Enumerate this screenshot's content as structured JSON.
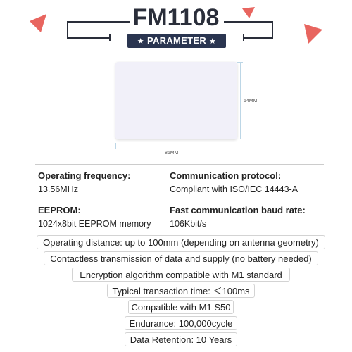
{
  "header": {
    "title": "FM1108",
    "badge": "PARAMETER",
    "accent_color": "#e8655f",
    "line_color": "#2a2e3a",
    "badge_color": "#2a3550"
  },
  "card": {
    "width_label": "86MM",
    "height_label": "54MM"
  },
  "specs": [
    {
      "label": "Operating frequency:",
      "value": "13.56MHz"
    },
    {
      "label": "Communication protocol:",
      "value": "Compliant with ISO/IEC 14443-A"
    },
    {
      "label": "EEPROM:",
      "value": "1024x8bit EEPROM memory"
    },
    {
      "label": "Fast communication baud rate:",
      "value": "106Kbit/s"
    }
  ],
  "features": [
    "Operating distance: up to 100mm (depending on antenna geometry)",
    "Contactless transmission of data and supply (no battery needed)",
    "Encryption algorithm compatible with M1 standard",
    "Typical transaction time: ＜100ms",
    "Compatible with M1 S50",
    "Endurance: 100,000cycle",
    "Data Retention: 10 Years"
  ]
}
